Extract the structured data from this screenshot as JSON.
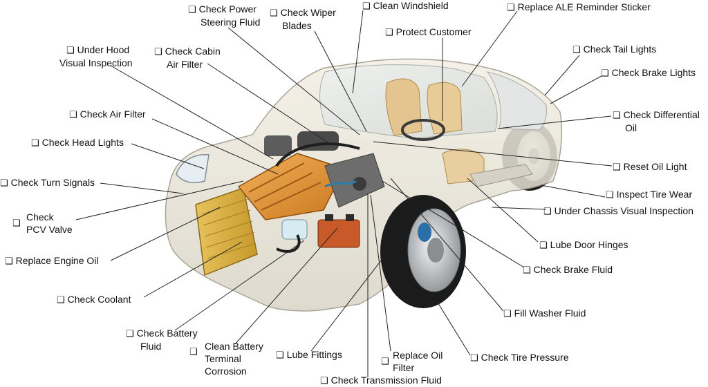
{
  "checkbox_glyph": "❑",
  "labels": {
    "power_steering": [
      "Check Power",
      "Steering Fluid"
    ],
    "wiper_blades": [
      "Check Wiper",
      "Blades"
    ],
    "clean_windshield": [
      "Clean Windshield"
    ],
    "ale_sticker": [
      "Replace ALE Reminder Sticker"
    ],
    "protect_customer": [
      "Protect Customer"
    ],
    "under_hood": [
      "Under Hood",
      "Visual Inspection"
    ],
    "cabin_filter": [
      "Check Cabin",
      "Air Filter"
    ],
    "tail_lights": [
      "Check Tail Lights"
    ],
    "brake_lights": [
      "Check Brake Lights"
    ],
    "air_filter": [
      "Check Air Filter"
    ],
    "differential_oil": [
      "Check Differential",
      "Oil"
    ],
    "head_lights": [
      "Check Head Lights"
    ],
    "reset_oil_light": [
      "Reset Oil Light"
    ],
    "turn_signals": [
      "Check Turn Signals"
    ],
    "tire_wear": [
      "Inspect Tire Wear"
    ],
    "pcv_valve": [
      "Check",
      "PCV Valve"
    ],
    "under_chassis": [
      "Under Chassis Visual Inspection"
    ],
    "engine_oil": [
      "Replace Engine Oil"
    ],
    "door_hinges": [
      "Lube Door Hinges"
    ],
    "brake_fluid": [
      "Check Brake Fluid"
    ],
    "coolant": [
      "Check Coolant"
    ],
    "washer_fluid": [
      "Fill Washer Fluid"
    ],
    "battery_fluid": [
      "Check Battery",
      "Fluid"
    ],
    "battery_terminal": [
      "Clean Battery",
      "Terminal",
      "Corrosion"
    ],
    "lube_fittings": [
      "Lube Fittings"
    ],
    "oil_filter": [
      "Replace Oil",
      "Filter"
    ],
    "tire_pressure": [
      "Check Tire Pressure"
    ],
    "transmission_fluid": [
      "Check Transmission Fluid"
    ]
  }
}
